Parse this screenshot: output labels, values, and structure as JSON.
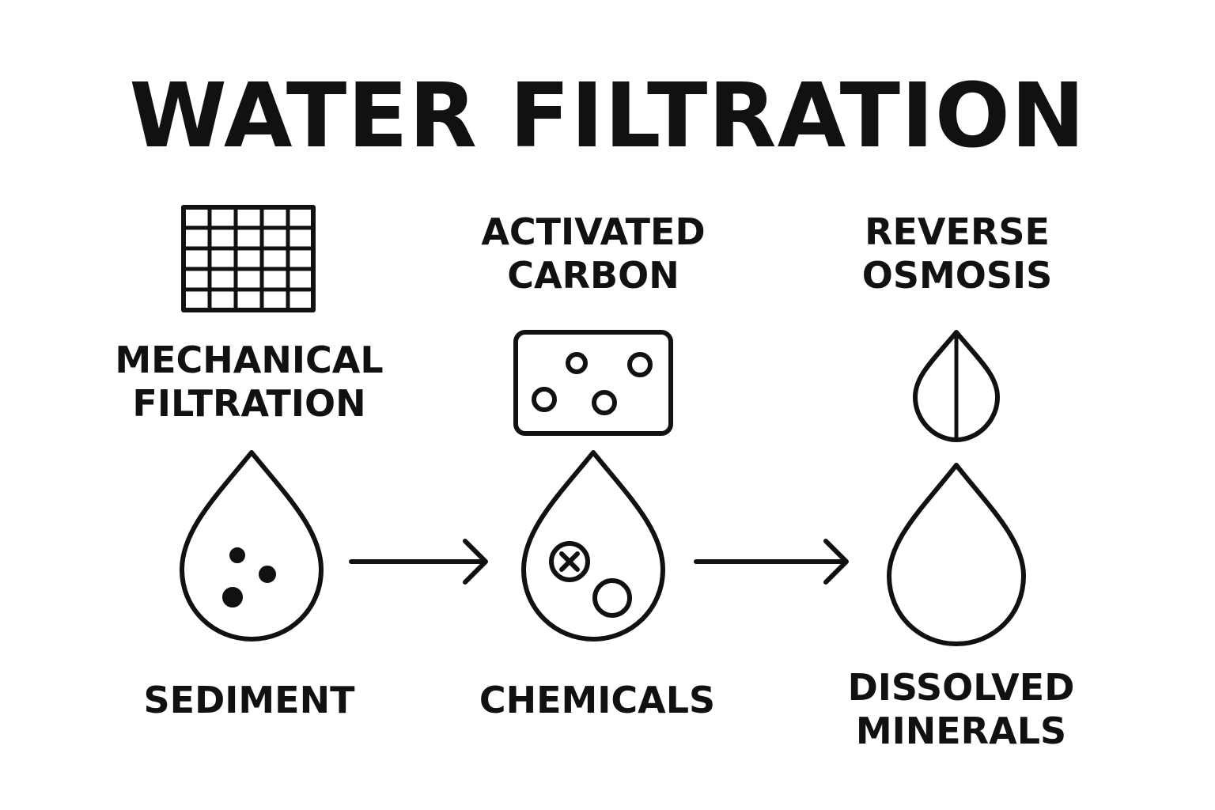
{
  "title": "WATER FILTRATION",
  "stages": [
    {
      "name_line1": "MECHANICAL",
      "name_line2": "FILTRATION",
      "removes_line1": "SEDIMENT",
      "icon": "mesh-filter-icon"
    },
    {
      "name_line1": "ACTIVATED",
      "name_line2": "CARBON",
      "removes_line1": "CHEMICALS",
      "icon": "carbon-block-icon"
    },
    {
      "name_line1": "REVERSE",
      "name_line2": "OSMOSIS",
      "removes_line1": "DISSOLVED",
      "removes_line2": "MINERALS",
      "icon": "membrane-drop-icon"
    }
  ],
  "stroke_color": "#111111"
}
